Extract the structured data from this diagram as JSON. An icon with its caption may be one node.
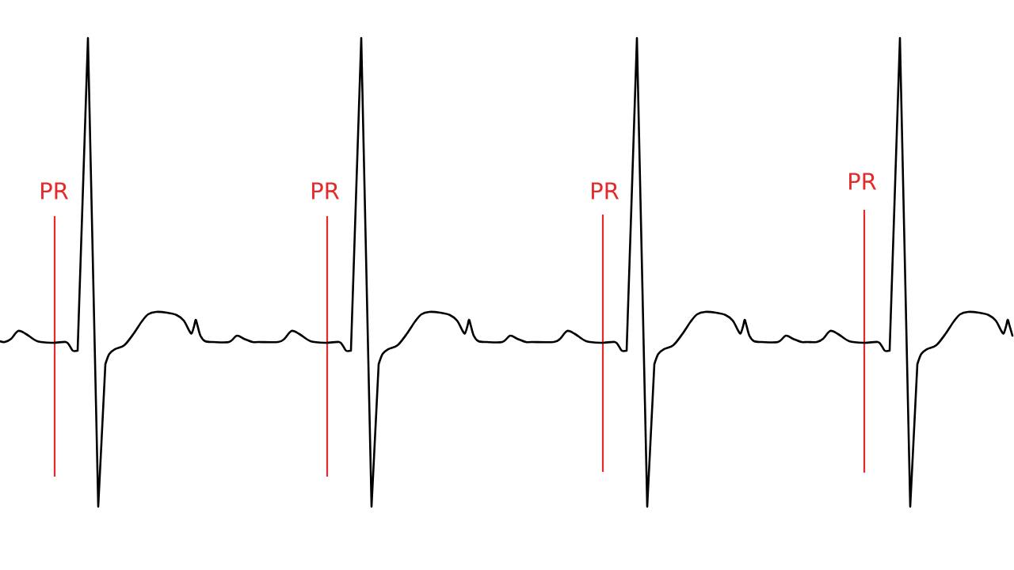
{
  "diagram": {
    "labels": [
      "PR",
      "PR",
      "PR",
      "PR"
    ]
  }
}
